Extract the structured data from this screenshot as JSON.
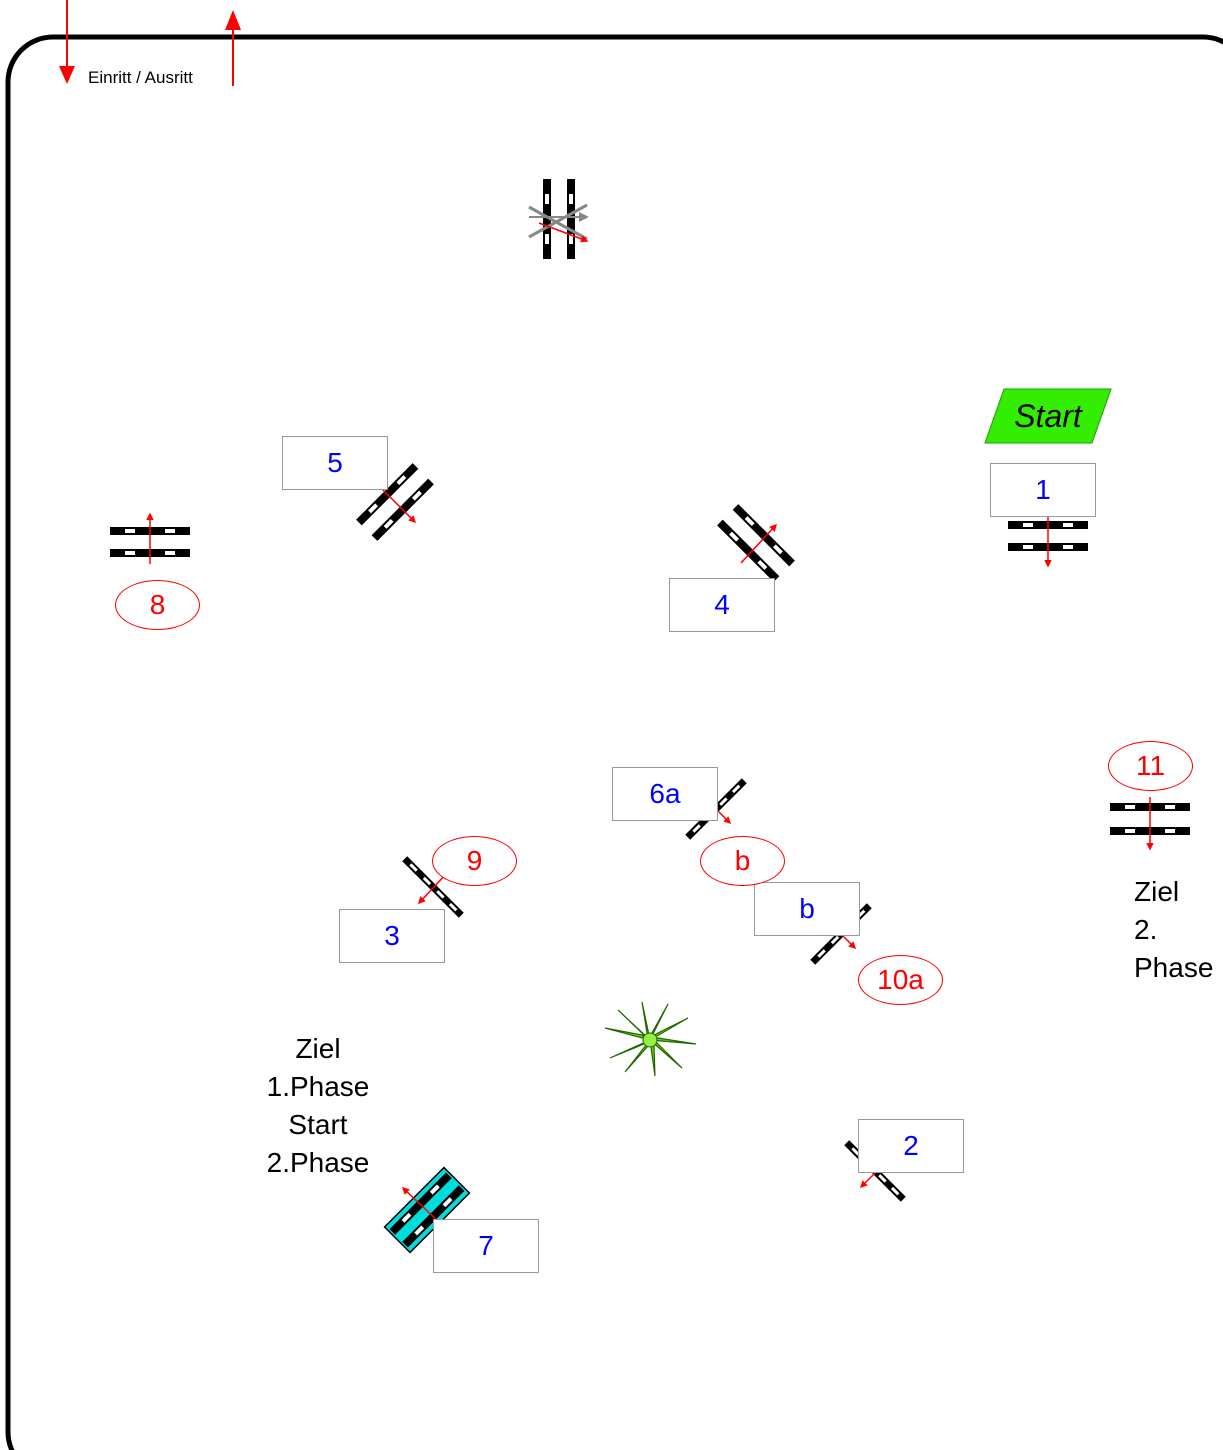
{
  "entry": {
    "label": "Einritt / Ausritt"
  },
  "start": {
    "label": "Start",
    "color": "#33ee00"
  },
  "obstacles": {
    "o1": "1",
    "o2": "2",
    "o3": "3",
    "o4": "4",
    "o5": "5",
    "o6a": "6a",
    "o6b": "b",
    "o7": "7"
  },
  "markers": {
    "m8": "8",
    "m9": "9",
    "m6b": "b",
    "m10a": "10a",
    "m11": "11"
  },
  "finish1": {
    "line1": "Ziel",
    "line2": "1.Phase",
    "line3": "Start",
    "line4": "2.Phase"
  },
  "finish2": {
    "line1": "Ziel",
    "line2": "2.",
    "line3": "Phase"
  },
  "colors": {
    "arena_border": "#000000",
    "arrow": "#ff0000",
    "number_text": "#0000ff",
    "water": "#00dddd",
    "plant": "#33cc00"
  },
  "icons": {
    "entry_arrow": "arrow-icon",
    "plant": "plant-icon",
    "cancelled_jump": "crossed-jump-icon"
  }
}
